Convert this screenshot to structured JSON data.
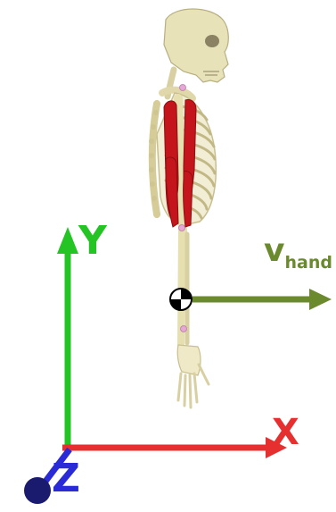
{
  "axes": {
    "y_label": "Y",
    "x_label": "X",
    "z_label": "Z",
    "colors": {
      "y": "#23c423",
      "x": "#e63030",
      "z": "#2a2ad6",
      "origin": "#1a1a6e"
    }
  },
  "velocity": {
    "symbol": "v",
    "subscript": "hand",
    "color": "#6b8a2e"
  },
  "skeleton": {
    "bone_color": "#e8e2b8",
    "muscle_color": "#c4141c",
    "marker_color": "#e6a6d6"
  }
}
